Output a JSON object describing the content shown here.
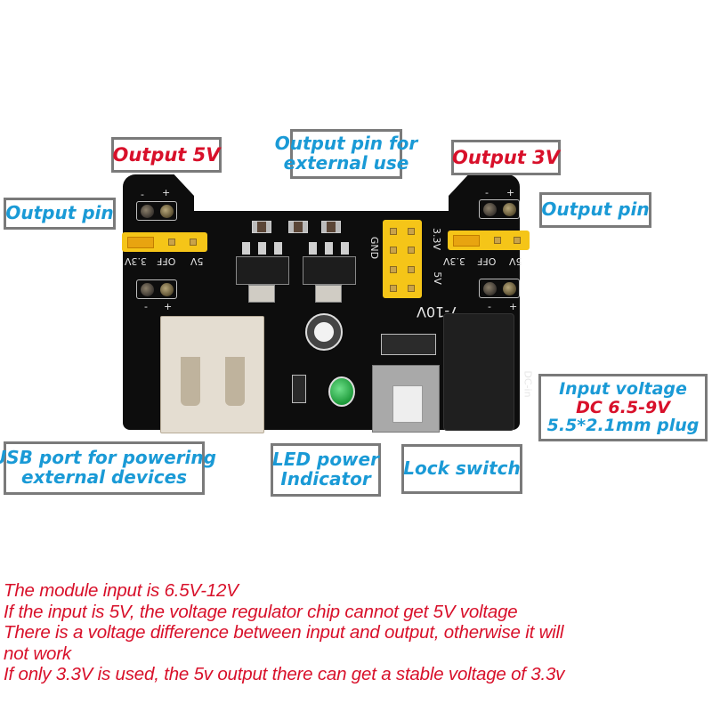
{
  "colors": {
    "callout_blue": "#1a9ad6",
    "callout_red": "#d8102a",
    "callout_border": "#7a7a7a",
    "pcb": "#0d0d0d",
    "header_yellow": "#f5c518",
    "led_green": "#2ecc55"
  },
  "callouts": {
    "output_5v": "Output 5V",
    "output_pin_external": [
      "Output pin for",
      "external use"
    ],
    "output_3v": "Output 3V",
    "output_pin_left": "Output pin",
    "output_pin_right": "Output pin",
    "input_voltage": {
      "line1": "Input voltage",
      "line2": "DC 6.5-9V",
      "line3": "5.5*2.1mm plug"
    },
    "usb_port": [
      "USB port for powering",
      "external devices"
    ],
    "led_power": [
      "LED power",
      "Indicator"
    ],
    "lock_switch": "Lock switch"
  },
  "board": {
    "silkscreen": {
      "minus": "-",
      "plus": "+",
      "v33": "3.3V",
      "off": "OFF",
      "v5": "5V",
      "gnd": "GND",
      "header_33": "3.3V",
      "header_5": "5V",
      "input_range": "7-10V",
      "dc_in": "DC-in"
    }
  },
  "notes": [
    "The module input is 6.5V-12V",
    "If the input is 5V, the voltage regulator chip cannot get 5V voltage",
    "There is a voltage difference between input and output, otherwise it will",
    "not work",
    "If only 3.3V is used, the 5v output there can get a stable voltage of 3.3v"
  ]
}
